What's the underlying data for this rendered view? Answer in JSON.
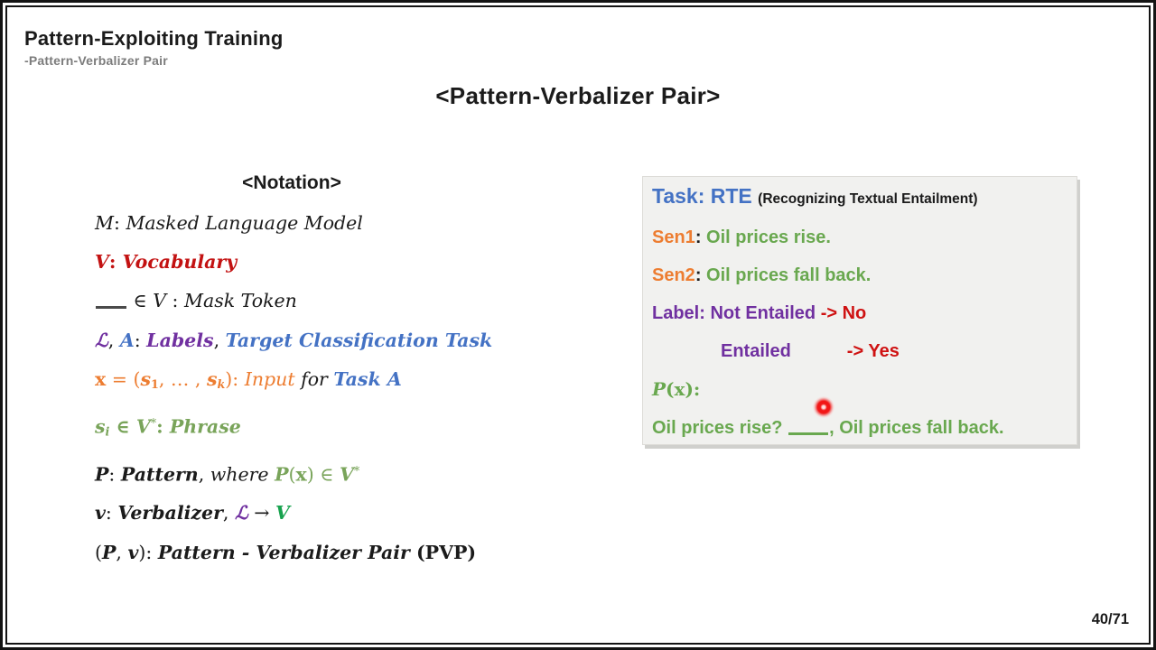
{
  "palette": {
    "black": "#1b1b1b",
    "gray": "#7c7c7c",
    "darkgray": "#4a4a4a",
    "red": "#c31212",
    "red_box": "#cf1212",
    "purple": "#7030a0",
    "blue": "#4472c4",
    "orange": "#ed7d31",
    "green_soft": "#79a45a",
    "green_vivid": "#17a24e",
    "green_box": "#69a84f"
  },
  "header": {
    "title": "Pattern-Exploiting Training",
    "subtitle": "-Pattern-Verbalizer Pair"
  },
  "main_heading": "<Pattern-Verbalizer Pair>",
  "notation": {
    "heading": "<Notation>",
    "lines": [
      [
        {
          "t": "M",
          "s": "i"
        },
        {
          "t": ": "
        },
        {
          "t": "Masked Language Model",
          "s": "i"
        }
      ],
      [
        {
          "t": "V",
          "s": "bi",
          "c": "red"
        },
        {
          "t": ": ",
          "s": "b",
          "c": "red"
        },
        {
          "t": "Vocabulary",
          "s": "bi",
          "c": "red"
        }
      ],
      [
        {
          "bl": 34,
          "c": "darkgray"
        },
        {
          "t": " ∈ "
        },
        {
          "t": "V",
          "s": "i"
        },
        {
          "t": " : "
        },
        {
          "t": "Mask Token",
          "s": "i"
        }
      ],
      [
        {
          "t": "ℒ",
          "s": "bi",
          "c": "purple"
        },
        {
          "t": ", "
        },
        {
          "t": "A",
          "s": "bi",
          "c": "blue"
        },
        {
          "t": ": "
        },
        {
          "t": "Labels",
          "s": "bi",
          "c": "purple"
        },
        {
          "t": ", "
        },
        {
          "t": "Target Classification Task",
          "s": "bi",
          "c": "blue"
        }
      ],
      [
        {
          "t": "x",
          "s": "b",
          "c": "orange"
        },
        {
          "t": " = (",
          "c": "orange"
        },
        {
          "t": "s",
          "s": "bi",
          "c": "orange"
        },
        {
          "t": "1",
          "s": "b sub",
          "c": "orange"
        },
        {
          "t": ", … , ",
          "c": "orange"
        },
        {
          "t": "s",
          "s": "bi",
          "c": "orange"
        },
        {
          "t": "k",
          "s": "bi sub",
          "c": "orange"
        },
        {
          "t": "): ",
          "c": "orange"
        },
        {
          "t": "Input",
          "s": "i",
          "c": "orange"
        },
        {
          "t": " for ",
          "s": "i"
        },
        {
          "t": "Task A",
          "s": "bi",
          "c": "blue"
        }
      ],
      [
        {
          "t": "s",
          "s": "bi",
          "c": "green_soft"
        },
        {
          "t": "i",
          "s": "bi sub",
          "c": "green_soft"
        },
        {
          "t": " ∈ ",
          "s": "b",
          "c": "green_soft"
        },
        {
          "t": "V",
          "s": "bi",
          "c": "green_soft"
        },
        {
          "t": "*",
          "s": "sup",
          "c": "green_soft"
        },
        {
          "t": ": ",
          "s": "b",
          "c": "green_soft"
        },
        {
          "t": "Phrase",
          "s": "bi",
          "c": "green_soft"
        }
      ],
      [
        {
          "t": "P",
          "s": "bi"
        },
        {
          "t": ": "
        },
        {
          "t": "Pattern",
          "s": "bi"
        },
        {
          "t": ", "
        },
        {
          "t": "where ",
          "s": "i"
        },
        {
          "t": "P",
          "s": "bi",
          "c": "green_soft"
        },
        {
          "t": "(",
          "c": "green_soft"
        },
        {
          "t": "x",
          "s": "b",
          "c": "green_soft"
        },
        {
          "t": ") ∈ ",
          "c": "green_soft"
        },
        {
          "t": "V",
          "s": "bi",
          "c": "green_soft"
        },
        {
          "t": "*",
          "s": "sup",
          "c": "green_soft"
        }
      ],
      [
        {
          "t": "v",
          "s": "bi"
        },
        {
          "t": ": "
        },
        {
          "t": "Verbalizer",
          "s": "bi"
        },
        {
          "t": ", "
        },
        {
          "t": "ℒ",
          "s": "bi",
          "c": "purple"
        },
        {
          "t": " → "
        },
        {
          "t": "V",
          "s": "bi",
          "c": "green_vivid"
        }
      ],
      [
        {
          "t": "("
        },
        {
          "t": "P",
          "s": "bi"
        },
        {
          "t": ", "
        },
        {
          "t": "v",
          "s": "bi"
        },
        {
          "t": "): "
        },
        {
          "t": "Pattern - Verbalizer Pair ",
          "s": "bi"
        },
        {
          "t": "(PVP)",
          "s": "b"
        }
      ]
    ]
  },
  "task_box": {
    "lines": [
      [
        {
          "t": "Task: RTE ",
          "c": "blue",
          "s": "b",
          "sz": 23
        },
        {
          "t": "(Recognizing Textual Entailment)",
          "c": "black",
          "s": "b",
          "sz": 15.5
        }
      ],
      [
        {
          "t": "Sen1",
          "c": "orange",
          "s": "b"
        },
        {
          "t": ": ",
          "c": "black",
          "s": "b"
        },
        {
          "t": "Oil prices rise.",
          "c": "green_box",
          "s": "b"
        }
      ],
      [
        {
          "t": "Sen2",
          "c": "orange",
          "s": "b"
        },
        {
          "t": ": ",
          "c": "black",
          "s": "b"
        },
        {
          "t": "Oil prices fall back.",
          "c": "green_box",
          "s": "b"
        }
      ],
      [
        {
          "t": "Label: Not Entailed ",
          "c": "purple",
          "s": "b"
        },
        {
          "t": "-> ",
          "c": "red_box",
          "s": "b"
        },
        {
          "t": "No",
          "c": "red_box",
          "s": "b"
        }
      ],
      [
        {
          "sp": 76
        },
        {
          "t": "Entailed",
          "c": "purple",
          "s": "b"
        },
        {
          "sp": 62
        },
        {
          "t": "-> ",
          "c": "red_box",
          "s": "b"
        },
        {
          "t": "Yes",
          "c": "red_box",
          "s": "b"
        }
      ],
      [
        {
          "t": "P",
          "s": "bi",
          "f": "serif",
          "c": "green_box"
        },
        {
          "t": "(",
          "s": "b",
          "f": "serif",
          "c": "green_box"
        },
        {
          "t": "x",
          "s": "b",
          "f": "serif",
          "c": "green_box"
        },
        {
          "t": "):",
          "s": "b",
          "f": "serif",
          "c": "green_box"
        }
      ],
      [
        {
          "t": "Oil prices rise? ",
          "c": "green_box",
          "s": "b"
        },
        {
          "bl": 44,
          "c": "green_box"
        },
        {
          "t": ", Oil prices fall back.",
          "c": "green_box",
          "s": "b"
        }
      ]
    ]
  },
  "page_number": "40/71"
}
